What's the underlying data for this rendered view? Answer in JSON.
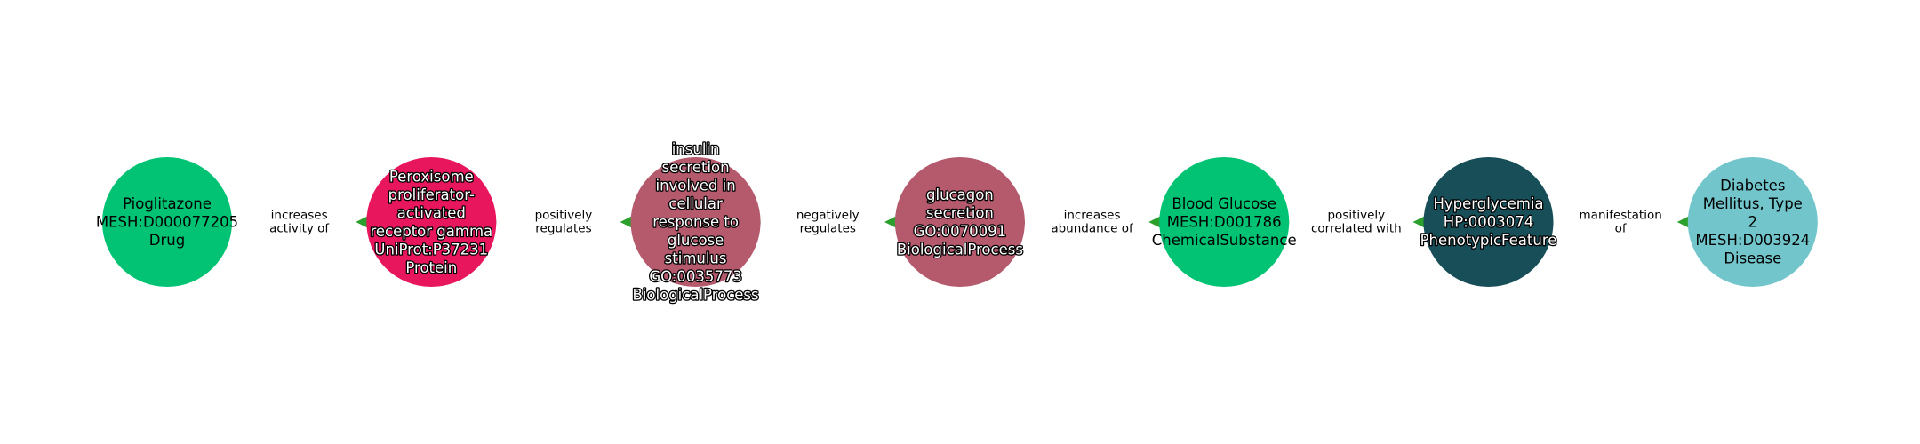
{
  "diagram": {
    "type": "knowledge-graph-path",
    "edge_color": "#2ca02c",
    "nodes": [
      {
        "id": "n0",
        "lines": [
          "Pioglitazone",
          "MESH:D000077205",
          "Drug"
        ],
        "name": "Pioglitazone",
        "curie": "MESH:D000077205",
        "category": "Drug",
        "color": "#02c273",
        "text_style": "dark"
      },
      {
        "id": "n1",
        "lines": [
          "Peroxisome",
          "proliferator-",
          "activated",
          "receptor gamma",
          "UniProt:P37231",
          "Protein"
        ],
        "name": "Peroxisome proliferator-activated receptor gamma",
        "curie": "UniProt:P37231",
        "category": "Protein",
        "color": "#e8175d",
        "text_style": "light"
      },
      {
        "id": "n2",
        "lines": [
          "insulin",
          "secretion",
          "involved in",
          "cellular",
          "response to",
          "glucose",
          "stimulus",
          "GO:0035773",
          "BiologicalProcess"
        ],
        "name": "insulin secretion involved in cellular response to glucose stimulus",
        "curie": "GO:0035773",
        "category": "BiologicalProcess",
        "color": "#b5596d",
        "text_style": "light"
      },
      {
        "id": "n3",
        "lines": [
          "glucagon",
          "secretion",
          "GO:0070091",
          "BiologicalProcess"
        ],
        "name": "glucagon secretion",
        "curie": "GO:0070091",
        "category": "BiologicalProcess",
        "color": "#b5596d",
        "text_style": "light"
      },
      {
        "id": "n4",
        "lines": [
          "Blood Glucose",
          "MESH:D001786",
          "ChemicalSubstance"
        ],
        "name": "Blood Glucose",
        "curie": "MESH:D001786",
        "category": "ChemicalSubstance",
        "color": "#02c273",
        "text_style": "dark"
      },
      {
        "id": "n5",
        "lines": [
          "Hyperglycemia",
          "HP:0003074",
          "PhenotypicFeature"
        ],
        "name": "Hyperglycemia",
        "curie": "HP:0003074",
        "category": "PhenotypicFeature",
        "color": "#174e58",
        "text_style": "light"
      },
      {
        "id": "n6",
        "lines": [
          "Diabetes",
          "Mellitus, Type",
          "2",
          "MESH:D003924",
          "Disease"
        ],
        "name": "Diabetes Mellitus, Type 2",
        "curie": "MESH:D003924",
        "category": "Disease",
        "color": "#72c6cb",
        "text_style": "dark"
      }
    ],
    "edges": [
      {
        "source": "n0",
        "target": "n1",
        "lines": [
          "increases",
          "activity of"
        ]
      },
      {
        "source": "n1",
        "target": "n2",
        "lines": [
          "positively",
          "regulates"
        ]
      },
      {
        "source": "n2",
        "target": "n3",
        "lines": [
          "negatively",
          "regulates"
        ]
      },
      {
        "source": "n3",
        "target": "n4",
        "lines": [
          "increases",
          "abundance of"
        ]
      },
      {
        "source": "n4",
        "target": "n5",
        "lines": [
          "positively",
          "correlated with"
        ]
      },
      {
        "source": "n5",
        "target": "n6",
        "lines": [
          "manifestation",
          "of"
        ]
      }
    ]
  }
}
